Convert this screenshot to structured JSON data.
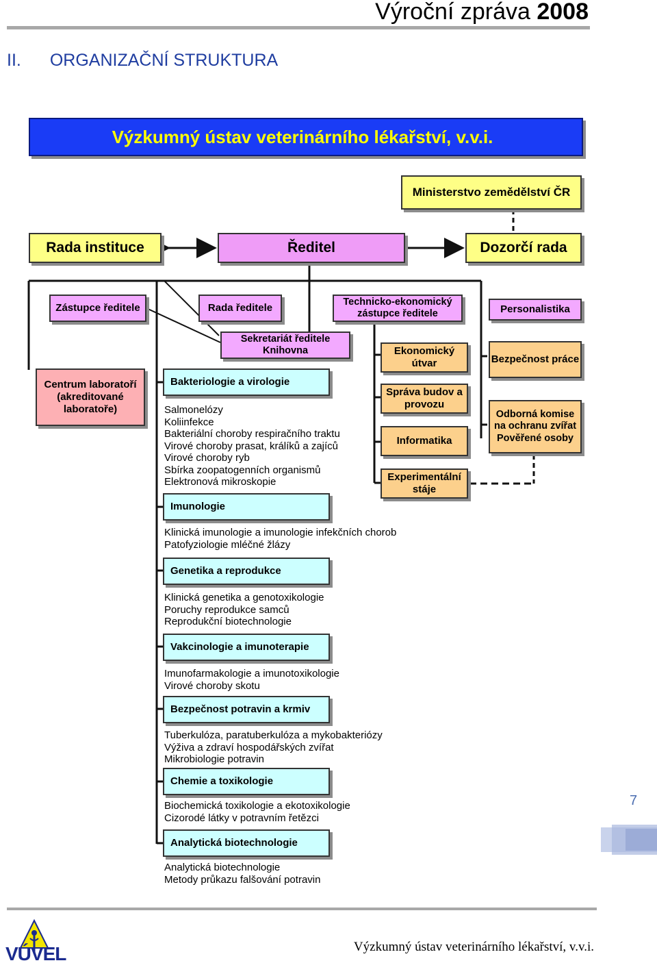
{
  "header": {
    "title_regular": "Výroční zpráva",
    "title_year": "2008"
  },
  "section": {
    "number": "II.",
    "title": "ORGANIZAČNÍ STRUKTURA"
  },
  "banner": {
    "title": "Výzkumný ústav veterinárního lékařství, v.v.i."
  },
  "top": {
    "ministry": "Ministerstvo zemědělství ČR",
    "council": "Rada instituce",
    "director": "Ředitel",
    "supervisory": "Dozorčí rada"
  },
  "management": {
    "deputy": "Zástupce ředitele",
    "director_board": "Rada ředitele",
    "tech_deputy": "Technicko-ekonomický zástupce ředitele",
    "hr": "Personalistika",
    "secretariat": "Sekretariát ředitele Knihovna",
    "lab_center": "Centrum laboratoří (akreditované laboratoře)"
  },
  "tech_units": [
    "Ekonomický útvar",
    "Správa budov a provozu",
    "Informatika",
    "Experimentální stáje"
  ],
  "safety": {
    "work_safety": "Bezpečnost práce",
    "commission": "Odborná komise na ochranu zvířat Pověřené osoby"
  },
  "departments": [
    {
      "name": "Bakteriologie a virologie",
      "items": [
        "Salmonelózy",
        "Koliinfekce",
        "Bakteriální choroby respiračního traktu",
        "Virové choroby prasat, králíků a zajíců",
        "Virové choroby ryb",
        "Sbírka zoopatogenních organismů",
        "Elektronová mikroskopie"
      ]
    },
    {
      "name": "Imunologie",
      "items": [
        "Klinická imunologie a imunologie infekčních chorob",
        "Patofyziologie mléčné žlázy"
      ]
    },
    {
      "name": "Genetika a reprodukce",
      "items": [
        "Klinická genetika a genotoxikologie",
        "Poruchy reprodukce samců",
        "Reprodukční biotechnologie"
      ]
    },
    {
      "name": "Vakcinologie a imunoterapie",
      "items": [
        "Imunofarmakologie a imunotoxikologie",
        "Virové choroby skotu"
      ]
    },
    {
      "name": "Bezpečnost potravin a krmiv",
      "items": [
        "Tuberkulóza, paratuberkulóza a mykobakteriózy",
        "Výživa a zdraví hospodářských zvířat",
        "Mikrobiologie potravin"
      ]
    },
    {
      "name": "Chemie a toxikologie",
      "items": [
        "Biochemická toxikologie a ekotoxikologie",
        "Cizorodé látky v potravním řetězci"
      ]
    },
    {
      "name": "Analytická biotechnologie",
      "items": [
        "Analytická biotechnologie",
        "Metody průkazu falšování potravin"
      ]
    }
  ],
  "page_number": "7",
  "footer": {
    "institute": "Výzkumný ústav veterinárního lékařství, v.v.i.",
    "logo_text": "VÚVEL"
  },
  "colors": {
    "banner": "#1a3cf6",
    "banner_text": "#ffff00",
    "section_title": "#1f3da0",
    "yellow": "#feff86",
    "violet": "#ef9cf7",
    "orange": "#fcd08c",
    "pink": "#fdb0b4",
    "cyan": "#ccffff"
  }
}
